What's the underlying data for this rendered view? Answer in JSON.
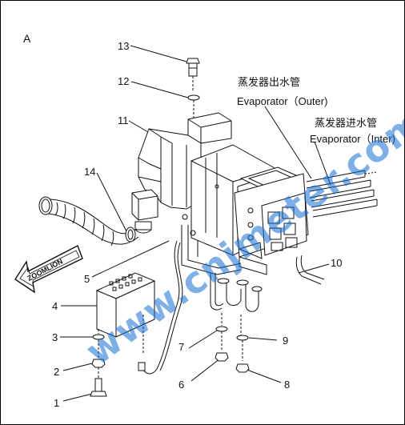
{
  "diagram": {
    "view_label": "A",
    "callouts": [
      {
        "id": "13",
        "text": "13"
      },
      {
        "id": "12",
        "text": "12"
      },
      {
        "id": "11",
        "text": "11"
      },
      {
        "id": "14",
        "text": "14"
      },
      {
        "id": "10",
        "text": "10"
      },
      {
        "id": "5",
        "text": "5"
      },
      {
        "id": "4",
        "text": "4"
      },
      {
        "id": "3",
        "text": "3"
      },
      {
        "id": "2",
        "text": "2"
      },
      {
        "id": "1",
        "text": "1"
      },
      {
        "id": "7",
        "text": "7"
      },
      {
        "id": "6",
        "text": "6"
      },
      {
        "id": "9",
        "text": "9"
      },
      {
        "id": "8",
        "text": "8"
      }
    ],
    "labels": {
      "outer_cn": "蒸发器出水管",
      "outer_en": "Evaporator（Outer)",
      "inner_cn": "蒸发器进水管",
      "inner_en": "Evaporator（Inter)"
    },
    "arrow_badge": "ZOOMLION",
    "watermark": "www.cnjmeter.com",
    "colors": {
      "line": "#111111",
      "watermark": "#1e6ed2"
    }
  }
}
